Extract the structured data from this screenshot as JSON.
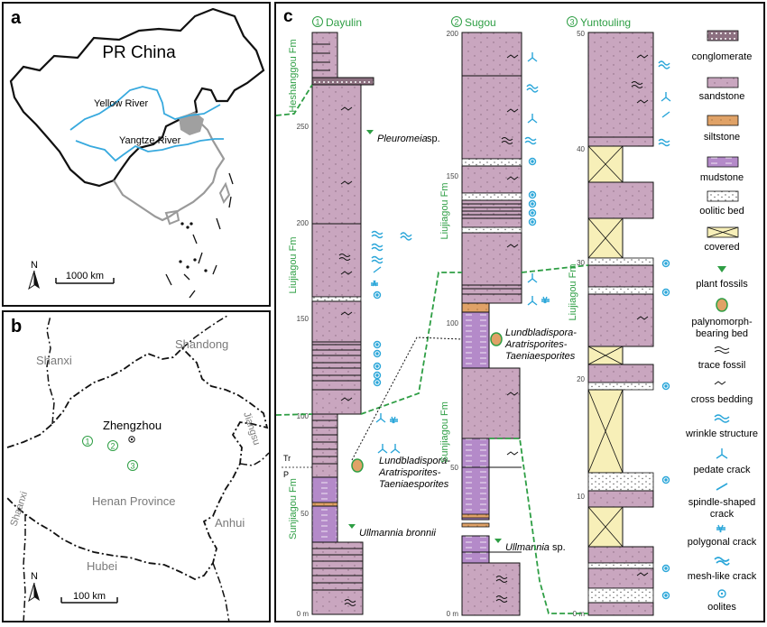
{
  "panel_a": {
    "letter": "a",
    "country": "PR China",
    "river1": "Yellow River",
    "river2": "Yangtze River",
    "north": "N",
    "scale": "1000 km"
  },
  "panel_b": {
    "letter": "b",
    "provinces": [
      "Shanxi",
      "Shandong",
      "Henan Province",
      "Anhui",
      "Hubei",
      "Shaanxi",
      "Jiangsu"
    ],
    "city": "Zhengzhou",
    "sites": [
      "1",
      "2",
      "3"
    ],
    "north": "N",
    "scale": "100 km"
  },
  "panel_c": {
    "letter": "c",
    "sections": [
      {
        "num": "1",
        "name": "Dayulin",
        "ticks": [
          "250",
          "200",
          "150",
          "100",
          "50",
          "0 m"
        ]
      },
      {
        "num": "2",
        "name": "Sugou",
        "ticks": [
          "200",
          "150",
          "100",
          "50",
          "0 m"
        ]
      },
      {
        "num": "3",
        "name": "Yuntouling",
        "ticks": [
          "50",
          "40",
          "30",
          "20",
          "10",
          "0 m"
        ]
      }
    ],
    "formations": {
      "heshanggou": "Heshanggou Fm",
      "liujiagou": "Liujiagou Fm",
      "sunjiagou": "Sunjiagou Fm"
    },
    "boundary": {
      "tr": "Tr",
      "p": "P"
    },
    "annotations": {
      "pleuromeia": "Pleuromeia",
      "sp": "sp.",
      "palyno1": "Lundbladispora-",
      "palyno2": "Aratrisporites-",
      "palyno3": "Taeniaesporites",
      "ullmannia_bronnii": "Ullmannia bronnii",
      "ullmannia": "Ullmannia",
      "sp2": "sp."
    },
    "legend": [
      "conglomerate",
      "sandstone",
      "siltstone",
      "mudstone",
      "oolitic bed",
      "covered",
      "plant fossils",
      "palynomorph-",
      "bearing bed",
      "trace fossil",
      "cross bedding",
      "wrinkle structure",
      "pedate crack",
      "spindle-shaped",
      "crack",
      "polygonal crack",
      "mesh-like crack",
      "oolites"
    ]
  },
  "colors": {
    "sandstone": "#c9a6bf",
    "mudstone": "#b48ac9",
    "siltstone": "#e0a267",
    "covered": "#f7efb8",
    "green": "#2e9e44",
    "blue": "#2aa6d9",
    "river": "#37a9de"
  }
}
